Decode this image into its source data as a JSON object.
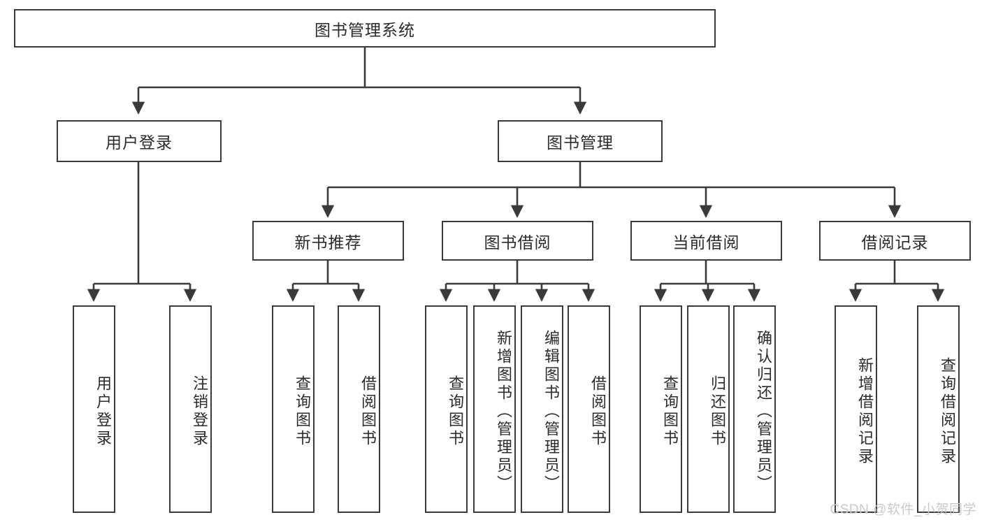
{
  "diagram": {
    "type": "tree",
    "title": "图书管理系统",
    "watermark": "CSDN @软件_小贺同学",
    "colors": {
      "stroke": "#3a3a3a",
      "fill": "#ffffff",
      "text": "#2b2b2b",
      "watermark": "#c9c9c9"
    },
    "root": {
      "label": "图书管理系统"
    },
    "level1": [
      {
        "label": "用户登录"
      },
      {
        "label": "图书管理"
      }
    ],
    "level2": [
      {
        "label": "新书推荐"
      },
      {
        "label": "图书借阅"
      },
      {
        "label": "当前借阅"
      },
      {
        "label": "借阅记录"
      }
    ],
    "leaves": {
      "user_login": [
        {
          "label": "用户登录"
        },
        {
          "label": "注销登录"
        }
      ],
      "new_book_recommend": [
        {
          "label": "查询图书"
        },
        {
          "label": "借阅图书"
        }
      ],
      "book_borrow": [
        {
          "label": "查询图书"
        },
        {
          "label": "新增图书（管理员）"
        },
        {
          "label": "编辑图书（管理员）"
        },
        {
          "label": "借阅图书"
        }
      ],
      "current_borrow": [
        {
          "label": "查询图书"
        },
        {
          "label": "归还图书"
        },
        {
          "label": "确认归还（管理员）"
        }
      ],
      "borrow_record": [
        {
          "label": "新增借阅记录"
        },
        {
          "label": "查询借阅记录"
        }
      ]
    }
  }
}
